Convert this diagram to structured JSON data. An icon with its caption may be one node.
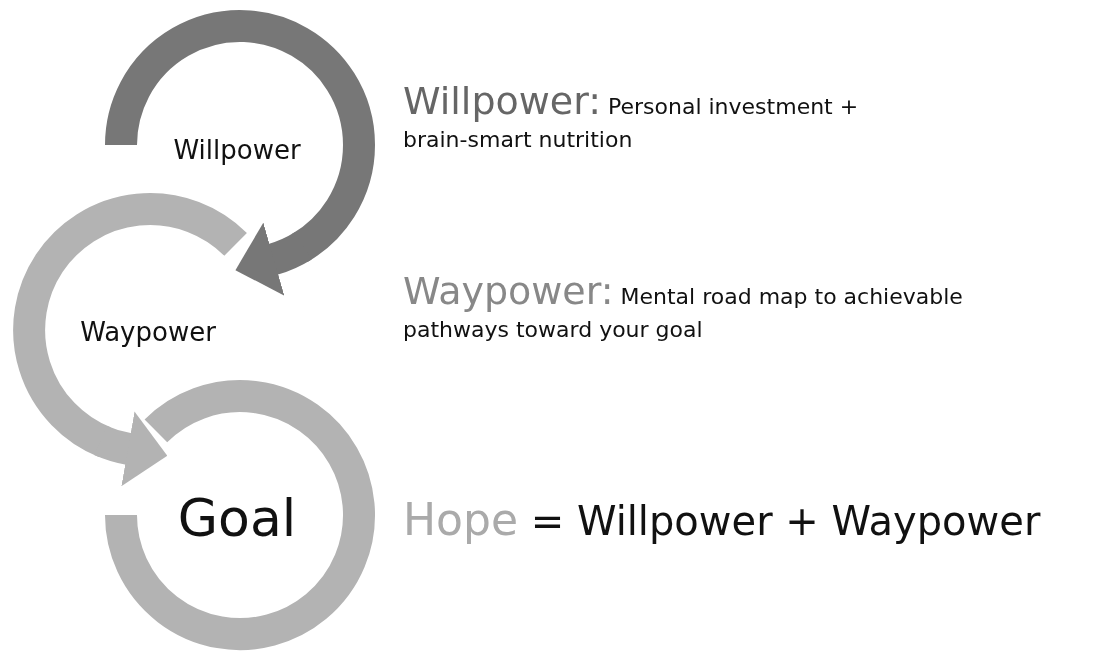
{
  "diagram": {
    "nodes": [
      {
        "text": [
          "Willpower"
        ]
      },
      {
        "text": [
          "Waypower"
        ]
      },
      {
        "text": [
          "Goal"
        ]
      }
    ],
    "edges": [
      {
        "from": 0,
        "to": 1,
        "arrow": "to",
        "color": "#777777"
      },
      {
        "from": 1,
        "to": 2,
        "arrow": "to",
        "color": "#b3b3b3"
      }
    ],
    "labels": [
      "**Willpower:** Personal investment + brain-smart nutrition",
      "**Waypower:** Mental road map to achievable pathways toward your goal",
      "**Hope** = Willpower + Waypower"
    ]
  }
}
